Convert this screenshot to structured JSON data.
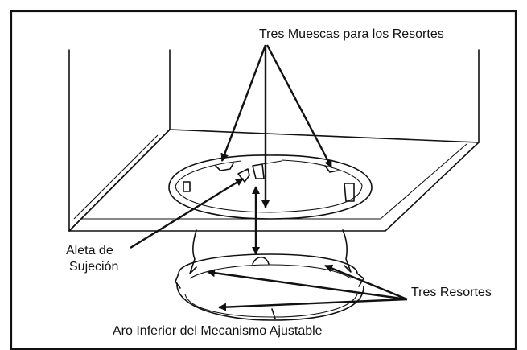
{
  "diagram": {
    "labels": {
      "notches": "Tres Muescas para los Resortes",
      "tab_line1": "Aleta de",
      "tab_line2": "Sujeción",
      "springs": "Tres Resortes",
      "ring": "Aro Inferior del Mecanismo Ajustable"
    },
    "colors": {
      "stroke": "#111111",
      "background": "#ffffff"
    }
  }
}
